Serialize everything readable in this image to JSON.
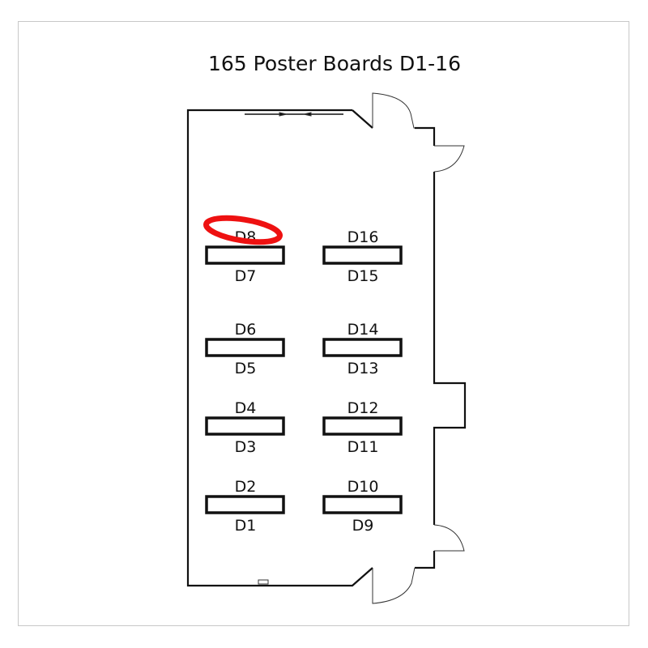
{
  "title": "165 Poster Boards D1-16",
  "highlight_color": "#ee1111",
  "highlighted": "D8",
  "boards": [
    {
      "top": "D8",
      "bottom": "D7"
    },
    {
      "top": "D16",
      "bottom": "D15"
    },
    {
      "top": "D6",
      "bottom": "D5"
    },
    {
      "top": "D14",
      "bottom": "D13"
    },
    {
      "top": "D4",
      "bottom": "D3"
    },
    {
      "top": "D12",
      "bottom": "D11"
    },
    {
      "top": "D2",
      "bottom": "D1"
    },
    {
      "top": "D10",
      "bottom": "D9"
    }
  ]
}
